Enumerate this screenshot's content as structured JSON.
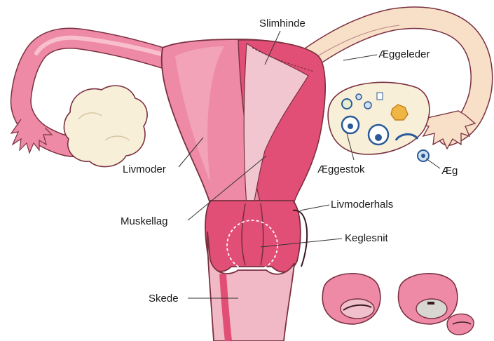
{
  "labels": {
    "mucosa": "Slimhinde",
    "fallopian_tube": "Æggeleder",
    "uterus": "Livmoder",
    "ovary": "Æggestok",
    "egg": "Æg",
    "muscle_layer": "Muskellag",
    "cervix": "Livmoderhals",
    "cone_biopsy": "Keglesnit",
    "vagina": "Skede"
  },
  "colors": {
    "uterus_outer": "#ee8aa6",
    "uterus_muscle": "#e24f76",
    "cavity": "#f2c6d0",
    "tube": "#f7dfc8",
    "ovary": "#f8efd8",
    "vagina": "#f0b9c5",
    "outline": "#7a3040",
    "follicle": "#2a5a9a"
  }
}
